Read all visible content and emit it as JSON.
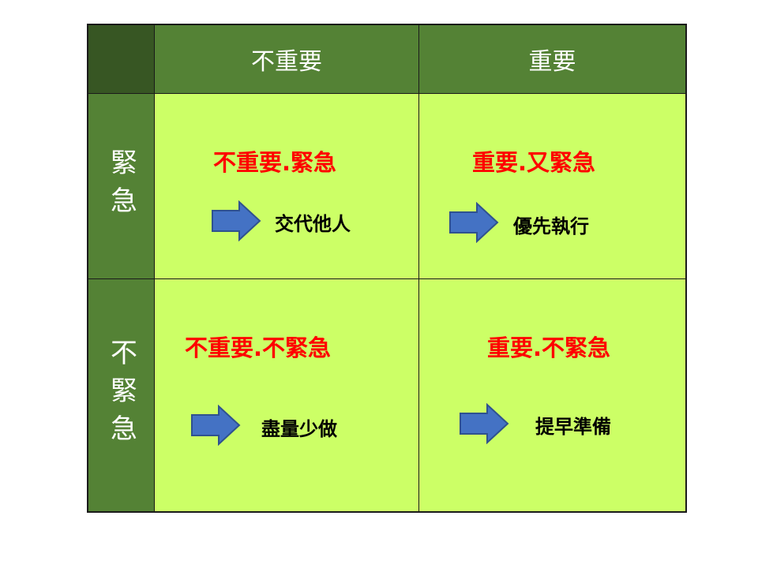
{
  "matrix": {
    "col_headers": [
      "不重要",
      "重要"
    ],
    "row_headers": [
      "緊急",
      "不緊急"
    ],
    "quadrants": {
      "urgent_not_important": {
        "title": "不重要.緊急",
        "action": "交代他人"
      },
      "urgent_important": {
        "title": "重要.又緊急",
        "action": "優先執行"
      },
      "not_urgent_not_important": {
        "title": "不重要.不緊急",
        "action": "盡量少做"
      },
      "not_urgent_important": {
        "title": "重要.不緊急",
        "action": "提早準備"
      }
    },
    "colors": {
      "header_dark": "#375623",
      "header": "#548235",
      "quadrant_fill": "#ccff66",
      "title_text": "#ff0000",
      "arrow_fill": "#4472c4",
      "arrow_stroke": "#2f528f"
    },
    "icons": {
      "arrow": "right-arrow-icon"
    }
  }
}
